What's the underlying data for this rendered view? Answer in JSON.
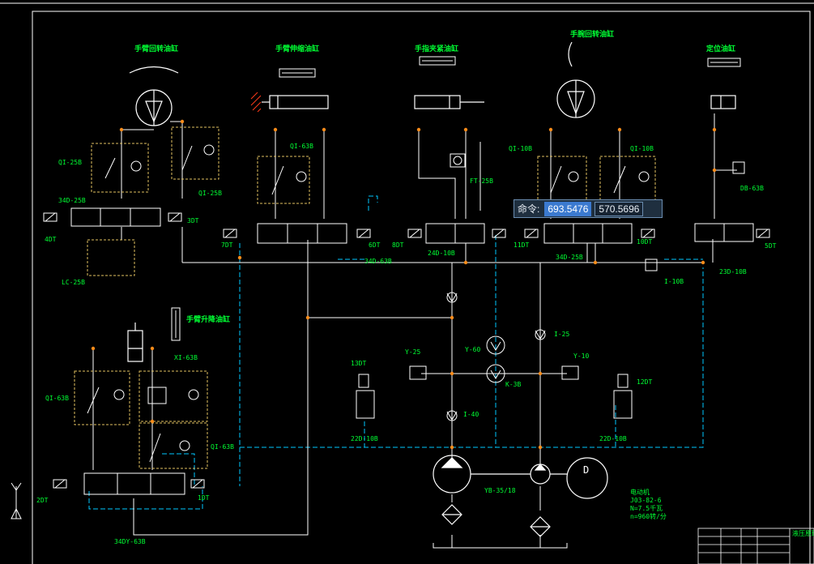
{
  "titles": {
    "arm_rotate_cyl": "手臂回转油缸",
    "arm_extend_cyl": "手臂伸缩油缸",
    "finger_clamp_cyl": "手指夹紧油缸",
    "wrist_rotate_cyl": "手腕回转油缸",
    "locate_cyl": "定位油缸",
    "arm_lift_cyl": "手臂升降油缸"
  },
  "labels": {
    "qi25b_a": "QI-25B",
    "qi25b_b": "QI-25B",
    "v34d25b": "34D-25B",
    "t4dt": "4DT",
    "t3dt": "3DT",
    "lc25b": "LC-25B",
    "qi63b_top": "QI-63B",
    "t7dt": "7DT",
    "t6dt": "6DT",
    "v34d63b": "34D-63B",
    "t8dt": "8DT",
    "ft25b": "FT-25B",
    "v24d10b": "24D-10B",
    "qi10b_a": "QI-10B",
    "qi10b_b": "QI-10B",
    "t11dt": "11DT",
    "v34d25b_b": "34D-25B",
    "t10dt": "10DT",
    "db63b": "DB-63B",
    "t5dt": "5DT",
    "v23d10b": "23D-10B",
    "i10b": "I-10B",
    "xi63b": "XI-63B",
    "qi63b_left": "QI-63B",
    "qi63b_mid": "QI-63B",
    "t2dt": "2DT",
    "t1dt": "1DT",
    "v34dy63b": "34DY-63B",
    "t13dt": "13DT",
    "y25": "Y-25",
    "y60": "Y-60",
    "k3b": "K-3B",
    "i25": "I-25",
    "y10": "Y-10",
    "t12dt": "12DT",
    "i40": "I-40",
    "v22d10b_a": "22D-10B",
    "v22d10b_b": "22D-10B",
    "yb": "YB-35/18",
    "motor_d": "D",
    "motor_info_1": "电动机",
    "motor_info_2": "J03-82-6",
    "motor_info_3": "N=7.5千瓦",
    "motor_info_4": "n=960转/分",
    "title_block": "液压原理"
  },
  "command": {
    "prompt": "命令:",
    "x_value": "693.5476",
    "y_value": "570.5696"
  },
  "colors": {
    "line": "#ffffff",
    "text": "#00ff33",
    "pilot": "#00c8ff",
    "box": "#e0c060",
    "node": "#ff8c1a",
    "hatch": "#ff3b1a"
  }
}
